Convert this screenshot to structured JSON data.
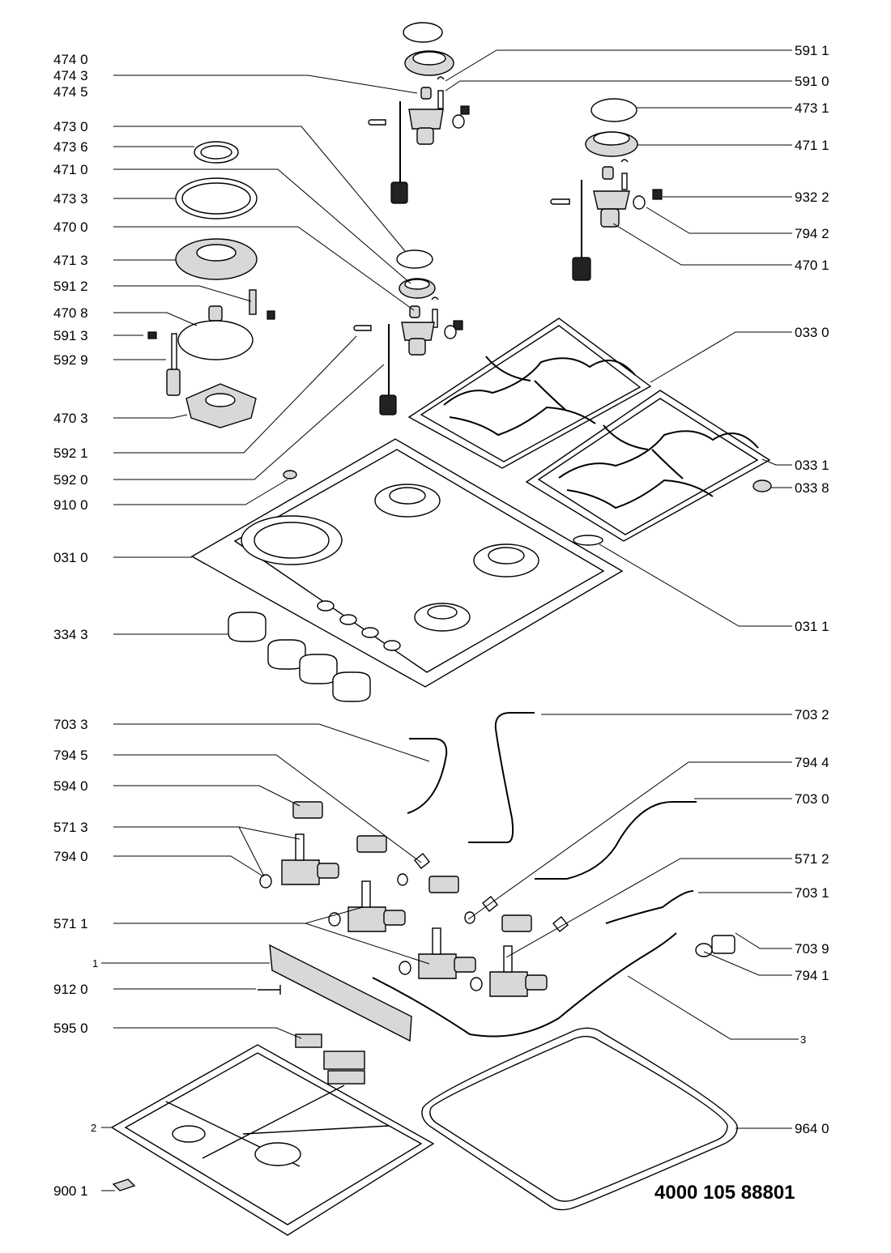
{
  "document_code": "4000 105 88801",
  "labels_left": {
    "l_474_0": "474 0",
    "l_474_3": "474 3",
    "l_474_5": "474 5",
    "l_473_0": "473 0",
    "l_473_6": "473 6",
    "l_471_0": "471 0",
    "l_473_3": "473 3",
    "l_470_0": "470 0",
    "l_471_3": "471 3",
    "l_591_2": "591 2",
    "l_470_8": "470 8",
    "l_591_3": "591 3",
    "l_592_9": "592 9",
    "l_470_3": "470 3",
    "l_592_1": "592 1",
    "l_592_0": "592 0",
    "l_910_0": "910 0",
    "l_031_0": "031 0",
    "l_334_3": "334 3",
    "l_703_3": "703 3",
    "l_794_5": "794 5",
    "l_594_0": "594 0",
    "l_571_3": "571 3",
    "l_794_0": "794 0",
    "l_571_1": "571 1",
    "l_1": "1",
    "l_912_0": "912 0",
    "l_595_0": "595 0",
    "l_2": "2",
    "l_900_1": "900 1"
  },
  "labels_right": {
    "r_591_1": "591 1",
    "r_591_0": "591 0",
    "r_473_1": "473 1",
    "r_471_1": "471 1",
    "r_932_2": "932 2",
    "r_794_2": "794 2",
    "r_470_1": "470 1",
    "r_033_0": "033 0",
    "r_033_1": "033 1",
    "r_033_8": "033 8",
    "r_031_1": "031 1",
    "r_703_2": "703 2",
    "r_794_4": "794 4",
    "r_703_0": "703 0",
    "r_571_2": "571 2",
    "r_703_1": "703 1",
    "r_703_9": "703 9",
    "r_794_1": "794 1",
    "r_3": "3",
    "r_964_0": "964 0"
  }
}
